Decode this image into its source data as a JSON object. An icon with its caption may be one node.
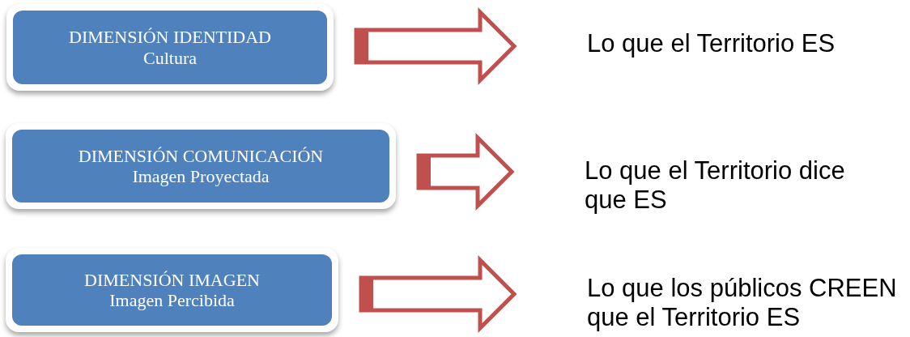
{
  "diagram": {
    "nodes": [
      {
        "text": [
          "DIMENSIÓN IDENTIDAD",
          "Cultura"
        ]
      },
      {
        "text": [
          "Lo que el Territorio ES"
        ]
      },
      {
        "text": [
          "DIMENSIÓN COMUNICACIÓN",
          "Imagen Proyectada"
        ]
      },
      {
        "text": [
          "Lo que el Territorio dice que ES"
        ]
      },
      {
        "text": [
          "DIMENSIÓN IMAGEN",
          "Imagen Percibida"
        ]
      },
      {
        "text": [
          "Lo que los públicos CREEN que el Territorio ES"
        ]
      }
    ],
    "edges": [
      {
        "from": 0,
        "to": 1,
        "arrow": "to"
      },
      {
        "from": 2,
        "to": 3,
        "arrow": "to"
      },
      {
        "from": 4,
        "to": 5,
        "arrow": "to"
      }
    ]
  }
}
